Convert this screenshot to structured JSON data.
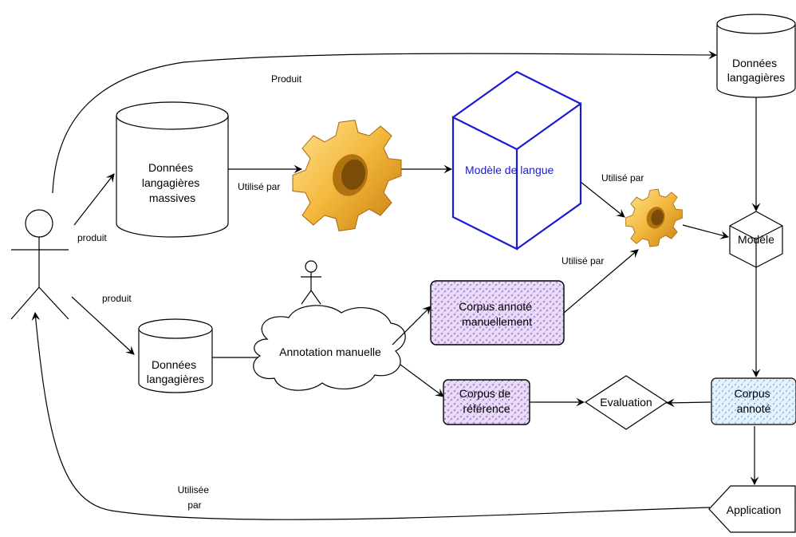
{
  "colors": {
    "line": "#000000",
    "model_cube": "#1a1ad6",
    "purple_fill": "#c9a6ea",
    "blue_fill": "#a9d3f0",
    "gear": "#f3b73c"
  },
  "nodes": {
    "actor_main": "",
    "actor_small": "",
    "db_top_right": [
      "Données",
      "langagières"
    ],
    "db_massive": [
      "Données",
      "langagières",
      "massives"
    ],
    "db_bottom": [
      "Données",
      "langagières"
    ],
    "gear_large": "gear-icon",
    "gear_small": "gear-icon",
    "model_cube": "Modèle de langue",
    "modele": "Modèle",
    "cloud": "Annotation manuelle",
    "corpus_manual": [
      "Corpus annoté",
      "manuellement"
    ],
    "corpus_ref": [
      "Corpus de",
      "référence"
    ],
    "evaluation": "Evaluation",
    "corpus_annote": [
      "Corpus",
      "annoté"
    ],
    "application": "Application"
  },
  "edge_labels": {
    "produit_top": "Produit",
    "produit_massive": "produit",
    "produit_bottom": "produit",
    "utilise_par_gear": "Utilisé par",
    "utilise_par_model": "Utilisé par",
    "utilise_par_corpus": "Utilisé par",
    "utilisee_par": [
      "Utilisée",
      "par"
    ]
  }
}
